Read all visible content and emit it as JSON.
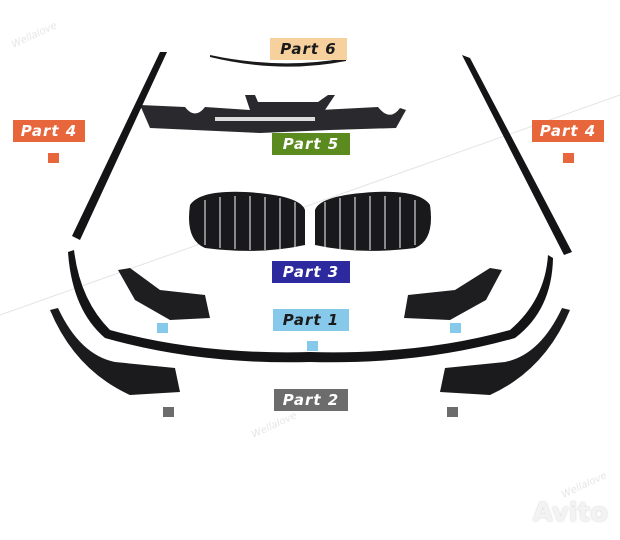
{
  "labels": {
    "part6": {
      "text": "Part 6",
      "bg": "#f6d19e",
      "fg": "#1a1a1a"
    },
    "part5": {
      "text": "Part 5",
      "bg": "#5b8b1f",
      "fg": "#ffffff"
    },
    "part4_left": {
      "text": "Part 4",
      "bg": "#e8663c",
      "fg": "#ffffff"
    },
    "part4_right": {
      "text": "Part 4",
      "bg": "#e8663c",
      "fg": "#ffffff"
    },
    "part3": {
      "text": "Part 3",
      "bg": "#2c2a9e",
      "fg": "#ffffff"
    },
    "part1": {
      "text": "Part 1",
      "bg": "#86c9ea",
      "fg": "#1a1a1a"
    },
    "part2": {
      "text": "Part 2",
      "bg": "#6c6c6c",
      "fg": "#ffffff"
    }
  },
  "watermark": "Wellalove",
  "brand_watermark": "Avito"
}
